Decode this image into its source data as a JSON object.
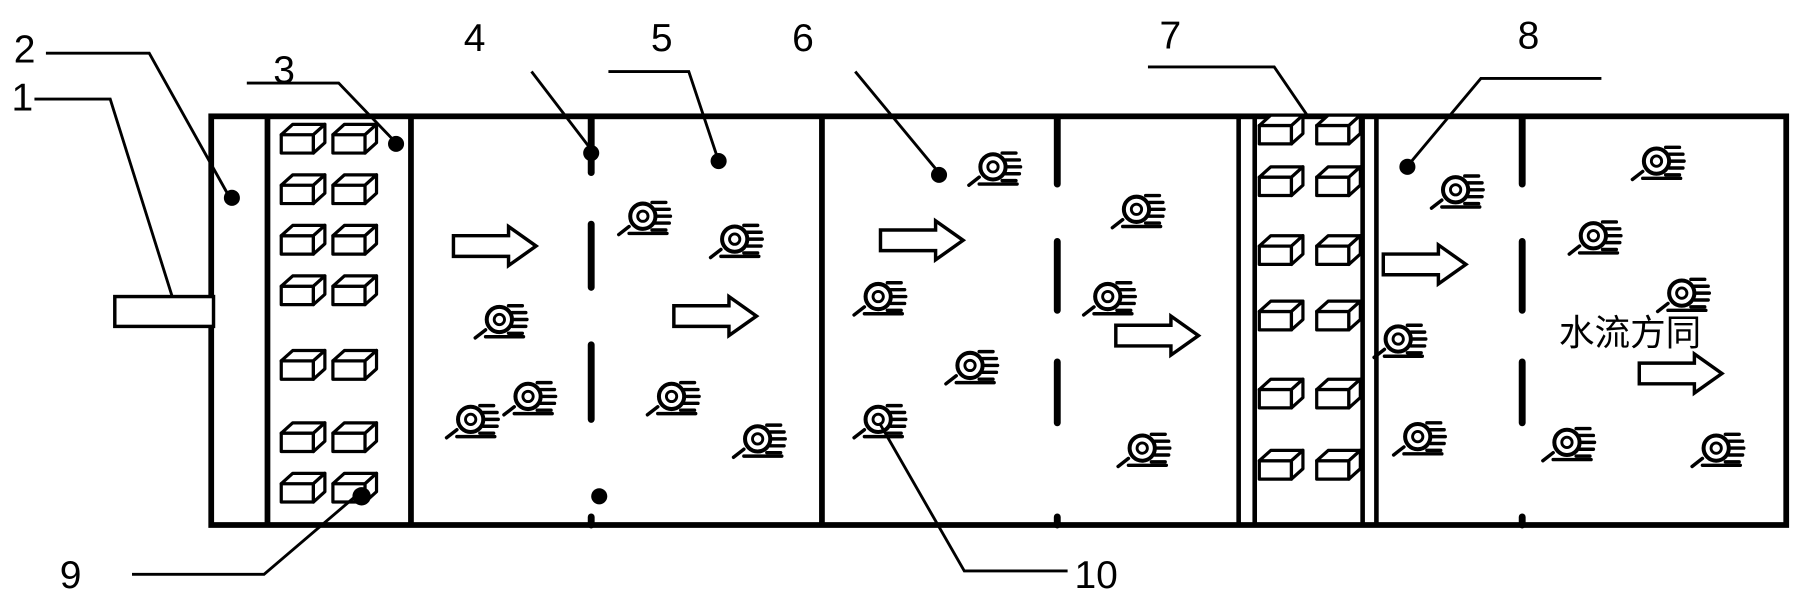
{
  "labels": [
    "1",
    "2",
    "3",
    "4",
    "5",
    "6",
    "7",
    "8",
    "9",
    "10"
  ],
  "flow_direction_text": "水流方同",
  "icons": {
    "microbe": "microbe-cluster-icon",
    "filler": "filler-block-icon",
    "arrow": "flow-arrow-icon"
  },
  "colors": {
    "stroke": "#000000",
    "background": "#ffffff"
  }
}
